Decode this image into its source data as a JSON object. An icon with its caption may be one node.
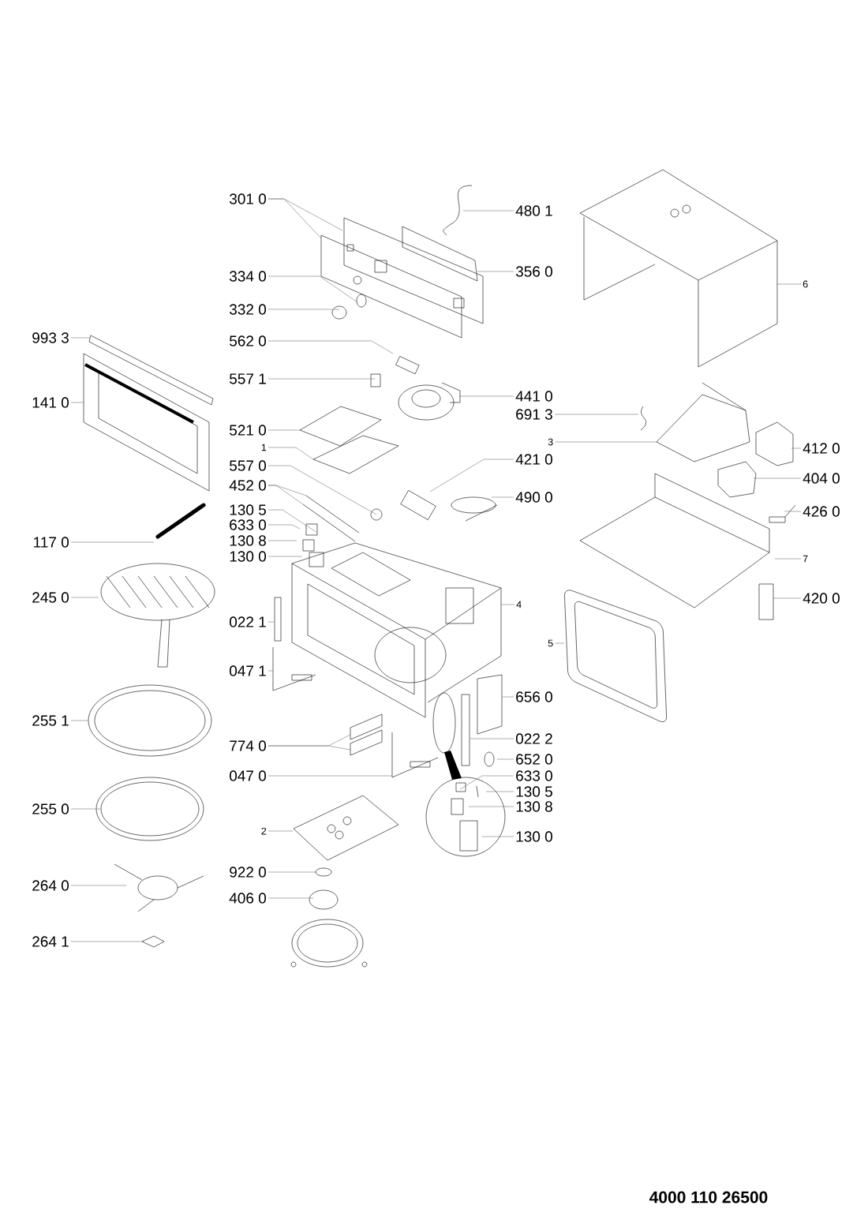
{
  "diagram": {
    "nodes": [
      {
        "text": [
          "301 0"
        ]
      },
      {
        "text": [
          "480 1"
        ]
      },
      {
        "text": [
          "334 0"
        ]
      },
      {
        "text": [
          "356 0"
        ]
      },
      {
        "text": [
          "6"
        ]
      },
      {
        "text": [
          "332 0"
        ]
      },
      {
        "text": [
          "993 3"
        ]
      },
      {
        "text": [
          "562 0"
        ]
      },
      {
        "text": [
          "557 1"
        ]
      },
      {
        "text": [
          "141 0"
        ]
      },
      {
        "text": [
          "441 0"
        ]
      },
      {
        "text": [
          "691 3"
        ]
      },
      {
        "text": [
          "521 0"
        ]
      },
      {
        "text": [
          "3"
        ]
      },
      {
        "text": [
          "412 0"
        ]
      },
      {
        "text": [
          "1"
        ]
      },
      {
        "text": [
          "421 0"
        ]
      },
      {
        "text": [
          "557 0"
        ]
      },
      {
        "text": [
          "404 0"
        ]
      },
      {
        "text": [
          "452 0"
        ]
      },
      {
        "text": [
          "490 0"
        ]
      },
      {
        "text": [
          "130 5"
        ]
      },
      {
        "text": [
          "426 0"
        ]
      },
      {
        "text": [
          "633 0"
        ]
      },
      {
        "text": [
          "130 8"
        ]
      },
      {
        "text": [
          "117 0"
        ]
      },
      {
        "text": [
          "130 0"
        ]
      },
      {
        "text": [
          "7"
        ]
      },
      {
        "text": [
          "245 0"
        ]
      },
      {
        "text": [
          "420 0"
        ]
      },
      {
        "text": [
          "4"
        ]
      },
      {
        "text": [
          "022 1"
        ]
      },
      {
        "text": [
          "5"
        ]
      },
      {
        "text": [
          "047 1"
        ]
      },
      {
        "text": [
          "656 0"
        ]
      },
      {
        "text": [
          "255 1"
        ]
      },
      {
        "text": [
          "022 2"
        ]
      },
      {
        "text": [
          "774 0"
        ]
      },
      {
        "text": [
          "652 0"
        ]
      },
      {
        "text": [
          "047 0"
        ]
      },
      {
        "text": [
          "633 0"
        ]
      },
      {
        "text": [
          "130 5"
        ]
      },
      {
        "text": [
          "130 8"
        ]
      },
      {
        "text": [
          "255 0"
        ]
      },
      {
        "text": [
          "2"
        ]
      },
      {
        "text": [
          "130 0"
        ]
      },
      {
        "text": [
          "922 0"
        ]
      },
      {
        "text": [
          "264 0"
        ]
      },
      {
        "text": [
          "406 0"
        ]
      },
      {
        "text": [
          "264 1"
        ]
      }
    ],
    "edges": [
      {
        "from": 0,
        "to": null,
        "arrow": "none"
      },
      {
        "from": 0,
        "to": null,
        "arrow": "none"
      },
      {
        "from": 1,
        "to": null,
        "arrow": "none"
      },
      {
        "from": 2,
        "to": null,
        "arrow": "none"
      },
      {
        "from": 3,
        "to": null,
        "arrow": "none"
      },
      {
        "from": 4,
        "to": null,
        "arrow": "none"
      },
      {
        "from": 5,
        "to": null,
        "arrow": "none"
      },
      {
        "from": 6,
        "to": null,
        "arrow": "none"
      },
      {
        "from": 7,
        "to": null,
        "arrow": "none"
      },
      {
        "from": 8,
        "to": null,
        "arrow": "none"
      },
      {
        "from": 9,
        "to": null,
        "arrow": "none"
      },
      {
        "from": 10,
        "to": null,
        "arrow": "none"
      },
      {
        "from": 11,
        "to": null,
        "arrow": "none"
      },
      {
        "from": 12,
        "to": null,
        "arrow": "none"
      },
      {
        "from": 13,
        "to": null,
        "arrow": "none"
      },
      {
        "from": 14,
        "to": null,
        "arrow": "none"
      },
      {
        "from": 15,
        "to": null,
        "arrow": "none"
      },
      {
        "from": 16,
        "to": null,
        "arrow": "none"
      },
      {
        "from": 17,
        "to": null,
        "arrow": "none"
      },
      {
        "from": 18,
        "to": null,
        "arrow": "none"
      },
      {
        "from": 19,
        "to": null,
        "arrow": "none"
      },
      {
        "from": 19,
        "to": null,
        "arrow": "none"
      },
      {
        "from": 20,
        "to": null,
        "arrow": "none"
      },
      {
        "from": 21,
        "to": null,
        "arrow": "none"
      },
      {
        "from": 22,
        "to": null,
        "arrow": "none"
      },
      {
        "from": 23,
        "to": null,
        "arrow": "none"
      },
      {
        "from": 24,
        "to": null,
        "arrow": "none"
      },
      {
        "from": 25,
        "to": null,
        "arrow": "none"
      },
      {
        "from": 26,
        "to": null,
        "arrow": "none"
      },
      {
        "from": 27,
        "to": null,
        "arrow": "none"
      },
      {
        "from": 28,
        "to": null,
        "arrow": "none"
      },
      {
        "from": 29,
        "to": null,
        "arrow": "none"
      },
      {
        "from": 30,
        "to": null,
        "arrow": "none"
      },
      {
        "from": 31,
        "to": null,
        "arrow": "none"
      },
      {
        "from": 32,
        "to": null,
        "arrow": "none"
      },
      {
        "from": 33,
        "to": null,
        "arrow": "none"
      },
      {
        "from": 34,
        "to": null,
        "arrow": "none"
      },
      {
        "from": 35,
        "to": null,
        "arrow": "none"
      },
      {
        "from": 36,
        "to": null,
        "arrow": "none"
      },
      {
        "from": 37,
        "to": null,
        "arrow": "none"
      },
      {
        "from": 37,
        "to": null,
        "arrow": "none"
      },
      {
        "from": 38,
        "to": null,
        "arrow": "none"
      },
      {
        "from": 39,
        "to": null,
        "arrow": "none"
      },
      {
        "from": 40,
        "to": null,
        "arrow": "none"
      },
      {
        "from": 41,
        "to": null,
        "arrow": "none"
      },
      {
        "from": 42,
        "to": null,
        "arrow": "none"
      },
      {
        "from": 43,
        "to": null,
        "arrow": "none"
      },
      {
        "from": 44,
        "to": null,
        "arrow": "none"
      },
      {
        "from": 45,
        "to": null,
        "arrow": "none"
      },
      {
        "from": 46,
        "to": null,
        "arrow": "none"
      },
      {
        "from": 47,
        "to": null,
        "arrow": "none"
      },
      {
        "from": 48,
        "to": null,
        "arrow": "none"
      },
      {
        "from": 49,
        "to": null,
        "arrow": "none"
      }
    ],
    "labels": [
      "4000 110 26500"
    ]
  }
}
